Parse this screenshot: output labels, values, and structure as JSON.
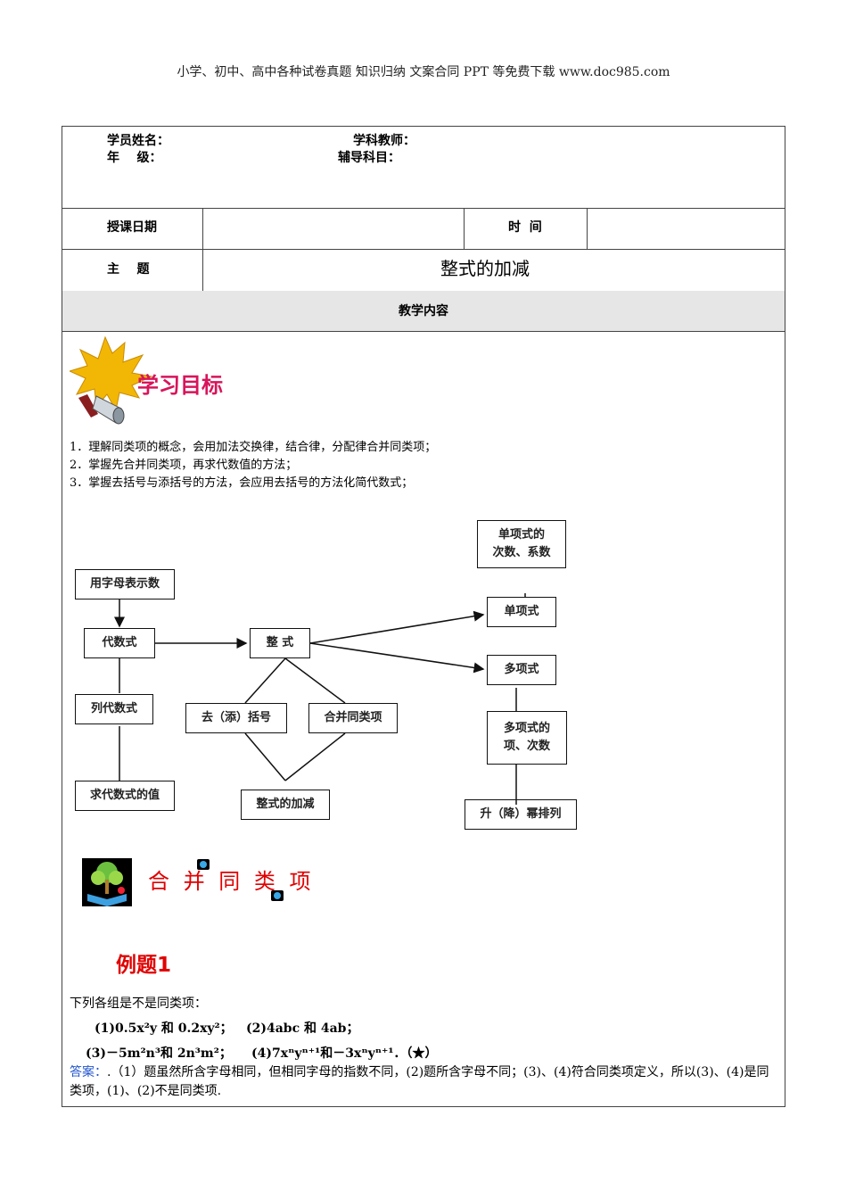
{
  "header": "小学、初中、高中各种试卷真题 知识归纳 文案合同 PPT 等免费下载   www.doc985.com",
  "info": {
    "student_name_label": "学员姓名：",
    "teacher_label": "学科教师：",
    "grade_label": "年    级：",
    "subject_label": "辅导科目："
  },
  "schedule": {
    "date_label": "授课日期",
    "time_label": "时  间"
  },
  "topic": {
    "label": "主    题",
    "value": "整式的加减"
  },
  "content_header": "教学内容",
  "objectives_title": "学习目标",
  "objectives": [
    "1．理解同类项的概念，会用加法交换律，结合律，分配律合并同类项；",
    "2．掌握先合并同类项，再求代数值的方法；",
    "3．掌握去括号与添括号的方法，会应用去括号的方法化简代数式；"
  ],
  "diagram": {
    "yong_zimu": "用字母表示数",
    "daishushi": "代数式",
    "lie_daishushi": "列代数式",
    "qiu_zhi": "求代数式的值",
    "zhengshi": "整 式",
    "qu_kuohao": "去（添）括号",
    "hebing": "合并同类项",
    "zhengshi_jiajian": "整式的加减",
    "danxiangshi_cishu": "单项式的\n次数、系数",
    "danxiangshi": "单项式",
    "duoxiangshi": "多项式",
    "duoxiangshi_xiang": "多项式的\n项、次数",
    "sheng_jiang": "升（降）幂排列"
  },
  "section_title": "合 并 同 类 项",
  "example_title": "例题1",
  "question": "下列各组是不是同类项：",
  "items": {
    "i1": "(1)0.5x²y 和 0.2xy²；",
    "i2": "(2)4abc 和 4ab；",
    "i3": "(3)－5m²n³和 2n³m²；",
    "i4": "(4)7xⁿyⁿ⁺¹和－3xⁿyⁿ⁺¹．（★）"
  },
  "answer_label": "答案：",
  "answer_text": ".（1）题虽然所含字母相同，但相同字母的指数不同，(2)题所含字母不同；(3)、(4)符合同类项定义，所以(3)、(4)是同类项，(1)、(2)不是同类项."
}
